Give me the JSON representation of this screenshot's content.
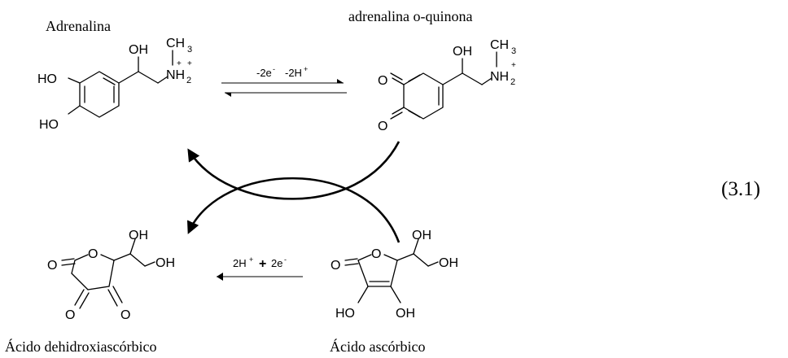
{
  "labels": {
    "adrenaline": "Adrenalina",
    "quinone": "adrenalina o-quinona",
    "dehydroascorbic": "Ácido dehidroxiascórbico",
    "ascorbic": "Ácido ascórbico",
    "equation_number": "(3.1)"
  },
  "top_arrow": {
    "electrons": "-2e",
    "protons": "-2H"
  },
  "bottom_arrow": {
    "protons": "2H",
    "plus": "+",
    "electrons": "2e"
  },
  "atoms": {
    "ho": "HO",
    "oh": "OH",
    "o": "O",
    "ch3": "CH",
    "nh2": "NH",
    "sub3": "3",
    "sub2": "2",
    "charge_minus": "-",
    "charge_plus": "+"
  }
}
